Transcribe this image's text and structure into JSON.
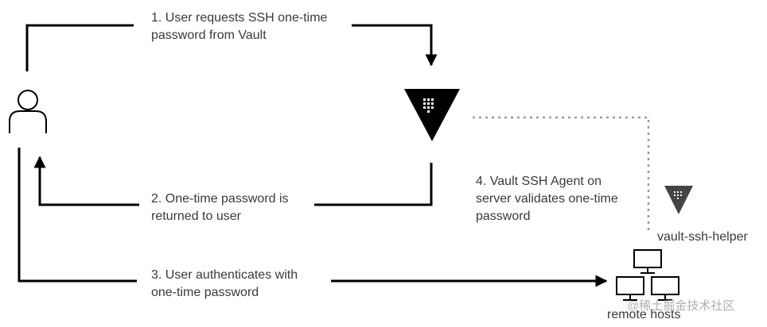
{
  "steps": {
    "step1": {
      "line1": "1. User requests SSH one-time",
      "line2": "password from Vault"
    },
    "step2": {
      "line1": "2. One-time password is",
      "line2": "returned to user"
    },
    "step3": {
      "line1": "3. User authenticates with",
      "line2": "one-time password"
    },
    "step4": {
      "line1": "4. Vault SSH Agent on",
      "line2": "server validates one-time",
      "line3": "password"
    }
  },
  "nodes": {
    "user": {
      "icon": "user-icon"
    },
    "vault": {
      "icon": "vault-logo-icon"
    },
    "helper": {
      "icon": "vault-logo-icon",
      "label": "vault-ssh-helper"
    },
    "remote_hosts": {
      "icon": "computer-monitors-icon",
      "label": "remote hosts"
    }
  },
  "watermark": "@稀土掘金技术社区",
  "colors": {
    "line": "#000000",
    "dotted": "#9a9a9a",
    "helper_logo": "#444444",
    "text": "#3a3a3a"
  }
}
